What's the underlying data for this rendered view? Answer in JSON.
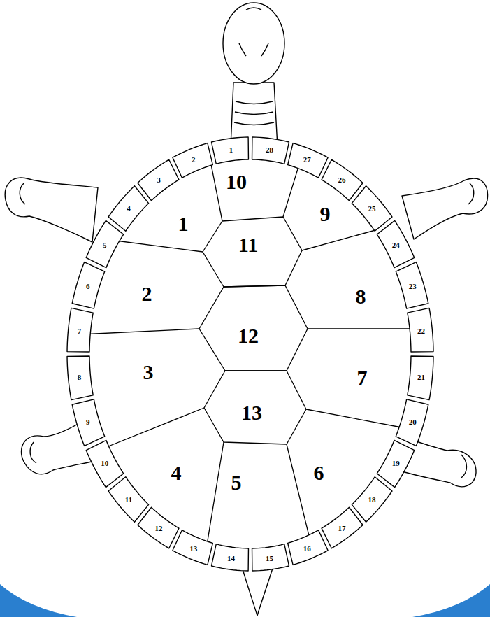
{
  "diagram": {
    "labels": [
      "1",
      "2",
      "3",
      "4",
      "5",
      "6",
      "7",
      "8",
      "9",
      "10",
      "11",
      "12",
      "13",
      "1",
      "2",
      "3",
      "4",
      "5",
      "6",
      "7",
      "8",
      "9",
      "10",
      "11",
      "12",
      "13",
      "14",
      "15",
      "16",
      "17",
      "18",
      "19",
      "20",
      "21",
      "22",
      "23",
      "24",
      "25",
      "26",
      "27",
      "28"
    ]
  }
}
